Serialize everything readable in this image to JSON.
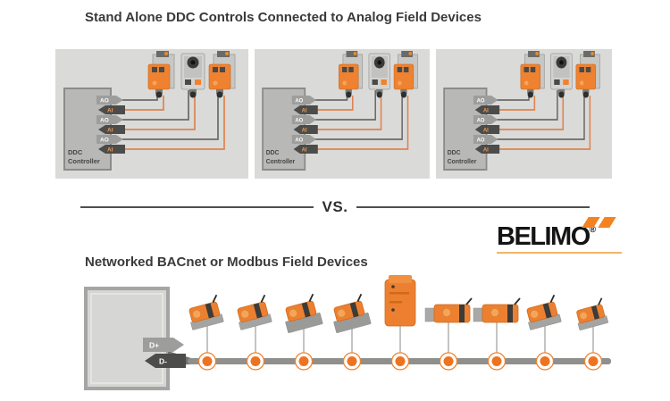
{
  "analog_section": {
    "title": "Stand Alone DDC Controls Connected to Analog Field Devices",
    "panel_count": 3,
    "actuators_per_panel": 3,
    "controller_label_line1": "DDC",
    "controller_label_line2": "Controller",
    "output_tag": "AO",
    "input_tag": "AI"
  },
  "divider": {
    "vs_label": "VS."
  },
  "brand": {
    "name": "BELIMO",
    "registered": "®",
    "accent_color": "#f58220"
  },
  "network_section": {
    "title": "Networked BACnet or Modbus Field Devices",
    "bus_plus_tag": "D+",
    "bus_minus_tag": "D-",
    "node_count": 9,
    "devices": [
      "damper-actuator",
      "damper-actuator",
      "damper-actuator",
      "damper-actuator",
      "vav-controller-box",
      "linear-actuator",
      "linear-actuator",
      "damper-actuator",
      "damper-actuator"
    ]
  },
  "colors": {
    "panel_background": "#dadad8",
    "controller_box": "#b8b8b6",
    "ao_wire": "#6a6a68",
    "ai_wire": "#de8350",
    "actuator_orange": "#ee8230",
    "trunk_gray": "#8f8f8d",
    "node_orange": "#ed7320",
    "title_text": "#3a3a3a"
  }
}
